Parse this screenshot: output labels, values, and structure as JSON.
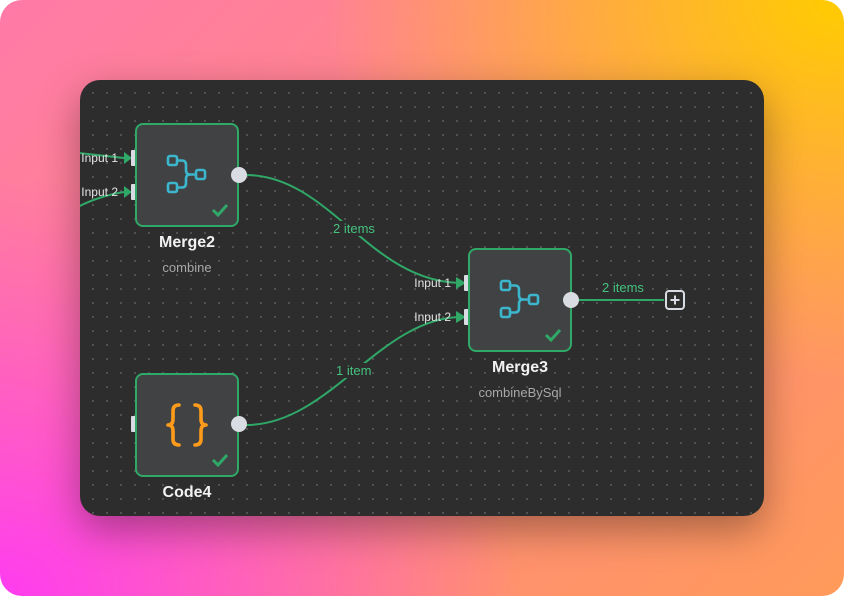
{
  "nodes": {
    "merge2": {
      "title": "Merge2",
      "subtitle": "combine",
      "input1": "Input 1",
      "input2": "Input 2",
      "icon": "merge-icon"
    },
    "merge3": {
      "title": "Merge3",
      "subtitle": "combineBySql",
      "input1": "Input 1",
      "input2": "Input 2",
      "icon": "merge-icon"
    },
    "code4": {
      "title": "Code4",
      "icon": "code-braces-icon"
    }
  },
  "edges": {
    "merge2_to_merge3": "2 items",
    "code4_to_merge3": "1 item",
    "merge3_out": "2 items"
  },
  "colors": {
    "success": "#2fa868",
    "merge_icon": "#3cb6cc",
    "code_icon": "#ff9b1a",
    "canvas": "#2d2d2d"
  },
  "icons": [
    "merge-icon",
    "code-braces-icon",
    "success-check-icon",
    "add-icon"
  ]
}
